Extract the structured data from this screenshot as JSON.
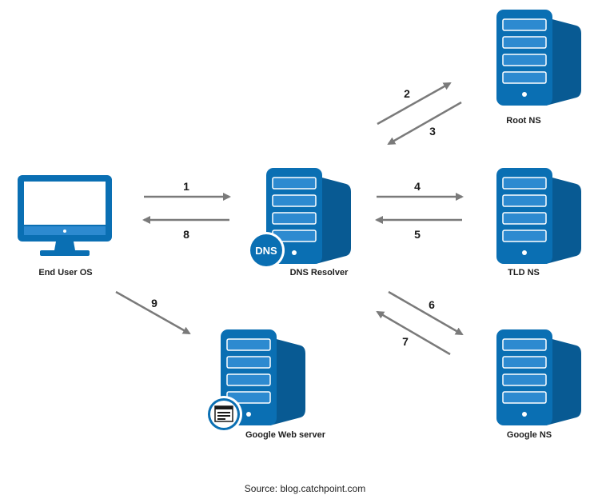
{
  "nodes": {
    "end_user": {
      "label": "End User OS"
    },
    "resolver": {
      "label": "DNS Resolver",
      "badge": "DNS"
    },
    "root": {
      "label": "Root NS"
    },
    "tld": {
      "label": "TLD NS"
    },
    "google_ns": {
      "label": "Google NS"
    },
    "web_server": {
      "label": "Google Web server"
    }
  },
  "steps": [
    "1",
    "2",
    "3",
    "4",
    "5",
    "6",
    "7",
    "8",
    "9"
  ],
  "source": "Source: blog.catchpoint.com",
  "colors": {
    "primary": "#0a6fb3",
    "dark": "#085a93",
    "light": "#2d8ad0",
    "arrow": "#7a7a7a"
  }
}
